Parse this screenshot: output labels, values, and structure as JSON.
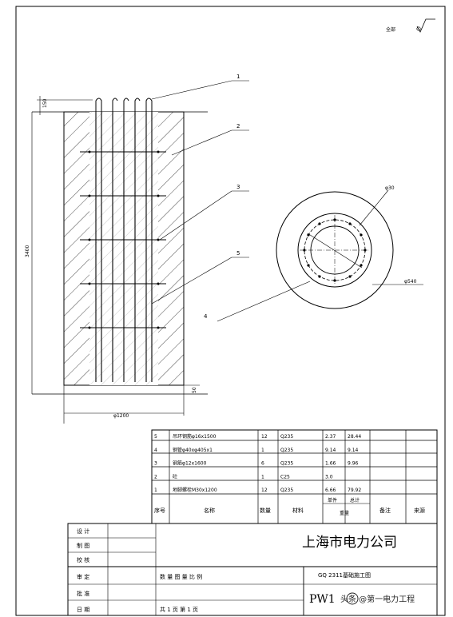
{
  "roughness_mark": "全部",
  "callouts": [
    "1",
    "2",
    "3",
    "5",
    "4"
  ],
  "dims": {
    "top_offset": "150",
    "height": "3400",
    "bottom_offset": "50",
    "diameter": "φ1200",
    "section_hole": "φ30",
    "section_outer": "φ540"
  },
  "bom": {
    "rows": [
      {
        "no": "5",
        "name": "吊环钢筋φ16x1500",
        "qty": "12",
        "material": "Q235",
        "unit": "2.37",
        "total": "28.44"
      },
      {
        "no": "4",
        "name": "钢管φ40xφ405x1",
        "qty": "1",
        "material": "Q235",
        "unit": "9.14",
        "total": "9.14"
      },
      {
        "no": "3",
        "name": "钢筋φ12x1600",
        "qty": "6",
        "material": "Q235",
        "unit": "1.66",
        "total": "9.96"
      },
      {
        "no": "2",
        "name": "砼",
        "qty": "1",
        "material": "C25",
        "unit": "3.0",
        "total": ""
      },
      {
        "no": "1",
        "name": "地脚螺栓M30x1200",
        "qty": "12",
        "material": "Q235",
        "unit": "6.66",
        "total": "79.92"
      }
    ],
    "header": {
      "no": "序号",
      "name": "名称",
      "qty": "数量",
      "material": "材料",
      "unit": "单件",
      "total": "总计",
      "weight": "重量",
      "remark": "备注",
      "source": "来源"
    }
  },
  "title_block": {
    "roles": [
      "设 计",
      "制 图",
      "校 核",
      "审 定",
      "批 准",
      "日 期"
    ],
    "company": "上海市电力公司",
    "drawing_title": "GQ 2311基础施工图",
    "scale_row": "数 量  图 量  比 例",
    "page_row": "共  1  页    第  1  页",
    "drawing_no": "PW1"
  },
  "watermark": "头条 @第一电力工程"
}
